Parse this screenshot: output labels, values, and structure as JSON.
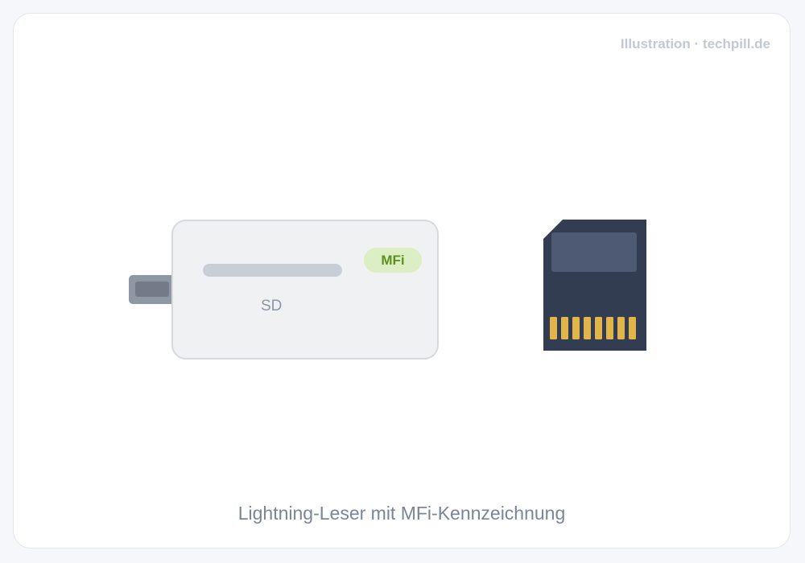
{
  "credit": "Illustration · techpill.de",
  "caption": "Lightning-Leser mit MFi-Kennzeichnung",
  "reader": {
    "slot_label": "SD",
    "badge_label": "MFi"
  },
  "colors": {
    "sd_card_body": "#333d52",
    "sd_card_label": "#4e5a73",
    "sd_card_pins": "#e2b54a",
    "badge_bg": "#dcefc4",
    "badge_text": "#5f8f1f"
  },
  "icons": {
    "plug": "lightning-connector-icon",
    "card": "sd-card-icon"
  }
}
